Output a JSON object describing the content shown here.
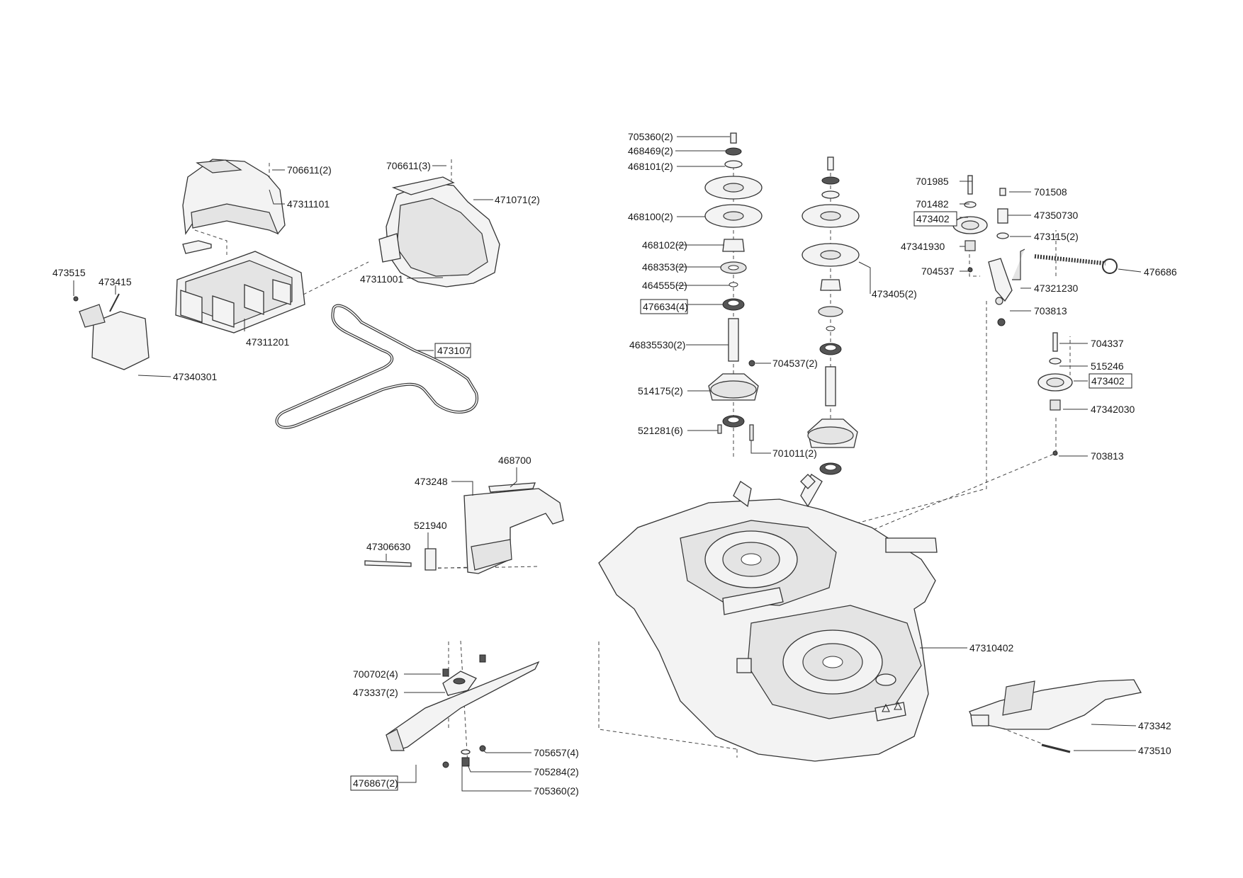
{
  "diagram": {
    "labels": [
      {
        "id": "l01",
        "text": "705360(2)",
        "boxed": false
      },
      {
        "id": "l02",
        "text": "468469(2)",
        "boxed": false
      },
      {
        "id": "l03",
        "text": "468101(2)",
        "boxed": false
      },
      {
        "id": "l04",
        "text": "468100(2)",
        "boxed": false
      },
      {
        "id": "l05",
        "text": "468102(2)",
        "boxed": false
      },
      {
        "id": "l06",
        "text": "468353(2)",
        "boxed": false
      },
      {
        "id": "l07",
        "text": "464555(2)",
        "boxed": false
      },
      {
        "id": "l08",
        "text": "476634(4)",
        "boxed": true
      },
      {
        "id": "l09",
        "text": "46835530(2)",
        "boxed": false
      },
      {
        "id": "l10",
        "text": "704537(2)",
        "boxed": false
      },
      {
        "id": "l11",
        "text": "514175(2)",
        "boxed": false
      },
      {
        "id": "l12",
        "text": "521281(6)",
        "boxed": false
      },
      {
        "id": "l13",
        "text": "701011(2)",
        "boxed": false
      },
      {
        "id": "l14",
        "text": "473405(2)",
        "boxed": false
      },
      {
        "id": "l15",
        "text": "706611(2)",
        "boxed": false
      },
      {
        "id": "l16",
        "text": "47311101",
        "boxed": false
      },
      {
        "id": "l17",
        "text": "706611(3)",
        "boxed": false
      },
      {
        "id": "l18",
        "text": "471071(2)",
        "boxed": false
      },
      {
        "id": "l19",
        "text": "47311001",
        "boxed": false
      },
      {
        "id": "l20",
        "text": "473515",
        "boxed": false
      },
      {
        "id": "l21",
        "text": "473415",
        "boxed": false
      },
      {
        "id": "l22",
        "text": "47311201",
        "boxed": false
      },
      {
        "id": "l23",
        "text": "47340301",
        "boxed": false
      },
      {
        "id": "l24",
        "text": "473107",
        "boxed": true
      },
      {
        "id": "l25",
        "text": "701985",
        "boxed": false
      },
      {
        "id": "l26",
        "text": "701482",
        "boxed": false
      },
      {
        "id": "l27",
        "text": "473402",
        "boxed": true
      },
      {
        "id": "l28",
        "text": "47341930",
        "boxed": false
      },
      {
        "id": "l29",
        "text": "704537",
        "boxed": false
      },
      {
        "id": "l30",
        "text": "701508",
        "boxed": false
      },
      {
        "id": "l31",
        "text": "47350730",
        "boxed": false
      },
      {
        "id": "l32",
        "text": "473115(2)",
        "boxed": false
      },
      {
        "id": "l33",
        "text": "476686",
        "boxed": false
      },
      {
        "id": "l34",
        "text": "47321230",
        "boxed": false
      },
      {
        "id": "l35",
        "text": "703813",
        "boxed": false
      },
      {
        "id": "l36",
        "text": "704337",
        "boxed": false
      },
      {
        "id": "l37",
        "text": "515246",
        "boxed": false
      },
      {
        "id": "l38",
        "text": "473402",
        "boxed": true
      },
      {
        "id": "l39",
        "text": "47342030",
        "boxed": false
      },
      {
        "id": "l40",
        "text": "703813",
        "boxed": false
      },
      {
        "id": "l41",
        "text": "468700",
        "boxed": false
      },
      {
        "id": "l42",
        "text": "473248",
        "boxed": false
      },
      {
        "id": "l43",
        "text": "521940",
        "boxed": false
      },
      {
        "id": "l44",
        "text": "47306630",
        "boxed": false
      },
      {
        "id": "l45",
        "text": "47310402",
        "boxed": false
      },
      {
        "id": "l46",
        "text": "700702(4)",
        "boxed": false
      },
      {
        "id": "l47",
        "text": "473337(2)",
        "boxed": false
      },
      {
        "id": "l48",
        "text": "705657(4)",
        "boxed": false
      },
      {
        "id": "l49",
        "text": "705284(2)",
        "boxed": false
      },
      {
        "id": "l50",
        "text": "476867(2)",
        "boxed": true
      },
      {
        "id": "l51",
        "text": "705360(2)",
        "boxed": false
      },
      {
        "id": "l52",
        "text": "473342",
        "boxed": false
      },
      {
        "id": "l53",
        "text": "473510",
        "boxed": false
      }
    ]
  }
}
